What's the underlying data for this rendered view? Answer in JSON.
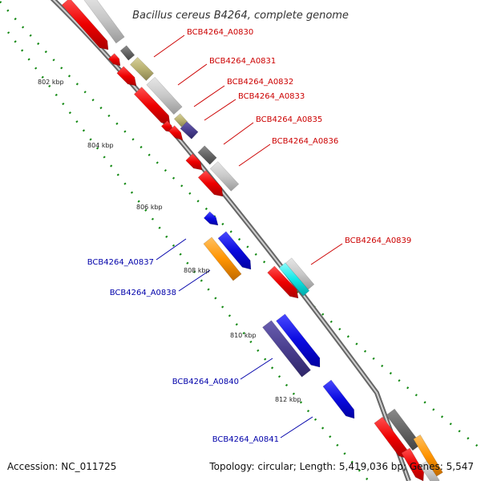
{
  "title": "Bacillus cereus B4264, complete genome",
  "footer": {
    "accession": "Accession: NC_011725",
    "topology": "Topology: circular; Length: 5,419,036 bp; Genes: 5,547"
  },
  "scale": [
    "802 kbp",
    "804 kbp",
    "806 kbp",
    "808 kbp",
    "810 kbp",
    "812 kbp"
  ],
  "gene_labels": [
    {
      "text": "BCB4264_A0830",
      "strand": "reverse"
    },
    {
      "text": "BCB4264_A0831",
      "strand": "reverse"
    },
    {
      "text": "BCB4264_A0832",
      "strand": "reverse"
    },
    {
      "text": "BCB4264_A0833",
      "strand": "reverse"
    },
    {
      "text": "BCB4264_A0835",
      "strand": "reverse"
    },
    {
      "text": "BCB4264_A0836",
      "strand": "reverse"
    },
    {
      "text": "BCB4264_A0839",
      "strand": "reverse"
    },
    {
      "text": "BCB4264_A0837",
      "strand": "forward"
    },
    {
      "text": "BCB4264_A0838",
      "strand": "forward"
    },
    {
      "text": "BCB4264_A0840",
      "strand": "forward"
    },
    {
      "text": "BCB4264_A0841",
      "strand": "forward"
    }
  ],
  "colors": {
    "reverse_label": "#cc0000",
    "forward_label": "#0000aa",
    "backbone": "#888888",
    "gc_ticks": "#118811",
    "red": "#ee0000",
    "gray": "#c8c8c8",
    "darkgray": "#666666",
    "olive": "#b8b070",
    "navy": "#4a3f8f",
    "blue": "#0a0ae0",
    "orange": "#ff9400",
    "cyan": "#10e8e8"
  }
}
